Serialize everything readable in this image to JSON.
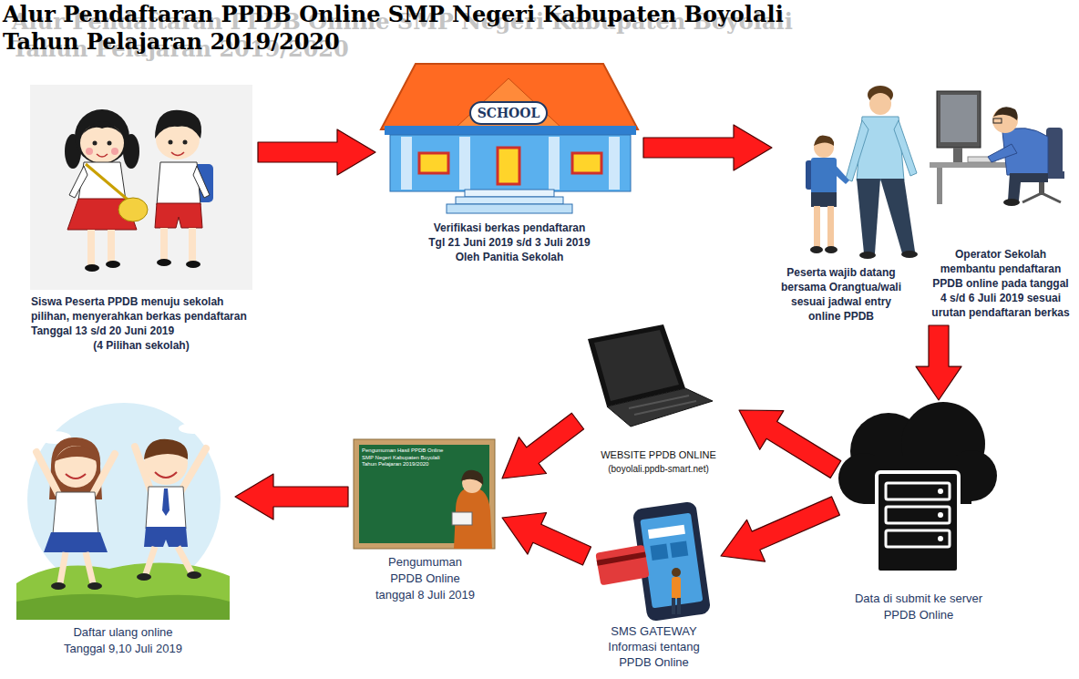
{
  "diagram": {
    "title": "Alur Pendaftaran PPDB Online SMP Negeri Kabupaten Boyolali Tahun Pelajaran 2019/2020",
    "nodes": [
      {
        "text": [
          "Siswa Peserta PPDB menuju sekolah pilihan, menyerahkan berkas pendaftaran Tanggal 13 s/d 20 Juni 2019",
          "(4 Pilihan sekolah)"
        ]
      },
      {
        "text": [
          "Verifikasi berkas pendaftaran Tgl 21 Juni 2019 s/d 3 Juli 2019 Oleh Panitia Sekolah"
        ]
      },
      {
        "text": [
          "Peserta wajib datang bersama Orangtua/wali sesuai jadwal entry online PPDB"
        ]
      },
      {
        "text": [
          "Operator Sekolah membantu pendaftaran PPDB online pada tanggal 4 s/d 6 Juli 2019 sesuai urutan pendaftaran berkas"
        ]
      },
      {
        "text": [
          "Data di submit ke server PPDB Online"
        ]
      },
      {
        "text": [
          "WEBSITE PPDB ONLINE",
          "(boyolali.ppdb-smart.net)"
        ]
      },
      {
        "text": [
          "SMS GATEWAY Informasi tentang PPDB Online"
        ]
      },
      {
        "text": [
          "Pengumuman PPDB Online tanggal 8 Juli 2019"
        ]
      },
      {
        "text": [
          "Daftar ulang online Tanggal 9,10 Juli 2019"
        ]
      }
    ],
    "edges": [
      {
        "from": 0,
        "to": 1,
        "arrow": "to"
      },
      {
        "from": 1,
        "to": 2,
        "arrow": "to"
      },
      {
        "from": 3,
        "to": 4,
        "arrow": "to"
      },
      {
        "from": 4,
        "to": 5,
        "arrow": "to"
      },
      {
        "from": 4,
        "to": 6,
        "arrow": "to"
      },
      {
        "from": 5,
        "to": 7,
        "arrow": "to"
      },
      {
        "from": 6,
        "to": 7,
        "arrow": "to"
      },
      {
        "from": 7,
        "to": 8,
        "arrow": "to"
      }
    ],
    "labels": [
      "SCHOOL",
      "Pengumuman Hasil PPDB Online SMP Negeri Kabupaten Boyolali Tahun Pelajaran 2019/2020"
    ]
  }
}
